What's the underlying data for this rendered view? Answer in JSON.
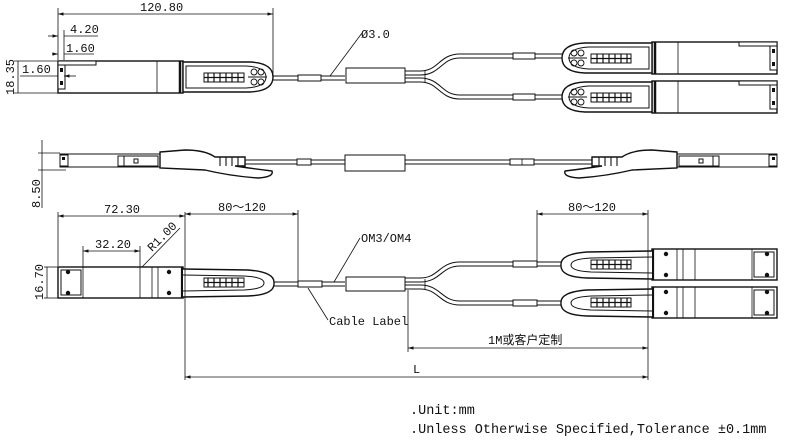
{
  "drawing": {
    "top_view": {
      "overall_length": "120.80",
      "dim_tab_offset": "4.20",
      "dim_flange": "1.60",
      "dim_side": "1.60",
      "height": "18.35",
      "cable_diameter": "Ø3.0"
    },
    "side_view": {
      "thickness": "8.50"
    },
    "bottom_view": {
      "module_length": "72.30",
      "boot_length_left": "80～120",
      "boot_length_right": "80～120",
      "window_length": "32.20",
      "radius": "R1.00",
      "height": "16.70",
      "fiber_type": "OM3/OM4",
      "cable_label": "Cable Label",
      "breakout_length": "1M或客户定制",
      "total_length": "L"
    },
    "notes": [
      ".Unit:mm",
      ".Unless Otherwise Specified,Tolerance ±0.1mm"
    ]
  }
}
